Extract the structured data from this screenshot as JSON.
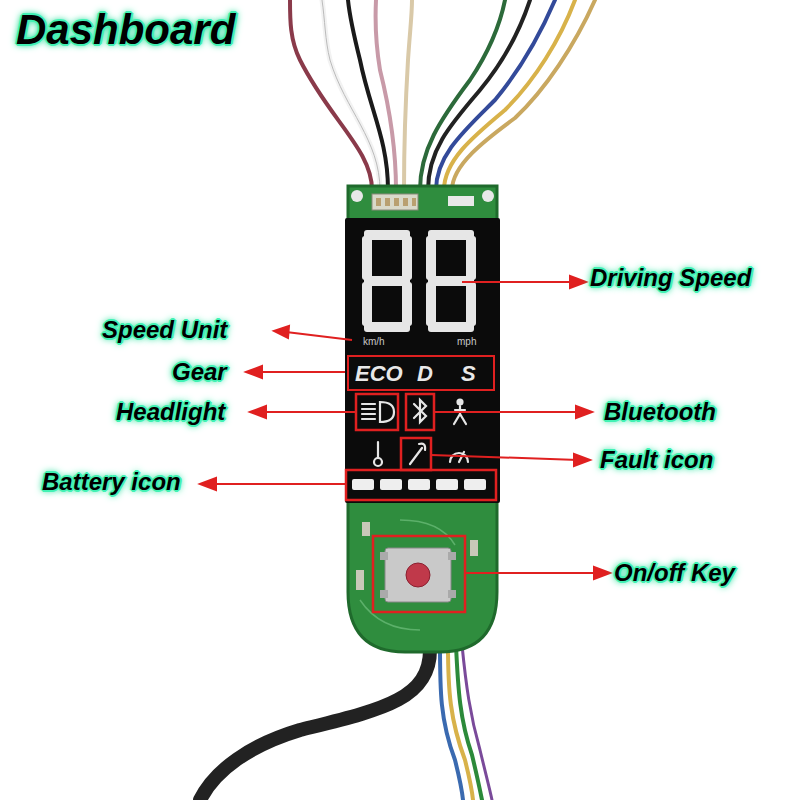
{
  "diagram": {
    "title": "Dashboard",
    "nodes": [
      {
        "text": [
          "km/h",
          "mph"
        ]
      },
      {
        "text": [
          "ECO",
          "D",
          "S"
        ],
        "in": 0
      }
    ],
    "labels": [
      "Driving Speed",
      "Speed Unit",
      "Gear",
      "Headlight",
      "Bluetooth",
      "Fault icon",
      "Battery icon",
      "On/off Key"
    ]
  }
}
